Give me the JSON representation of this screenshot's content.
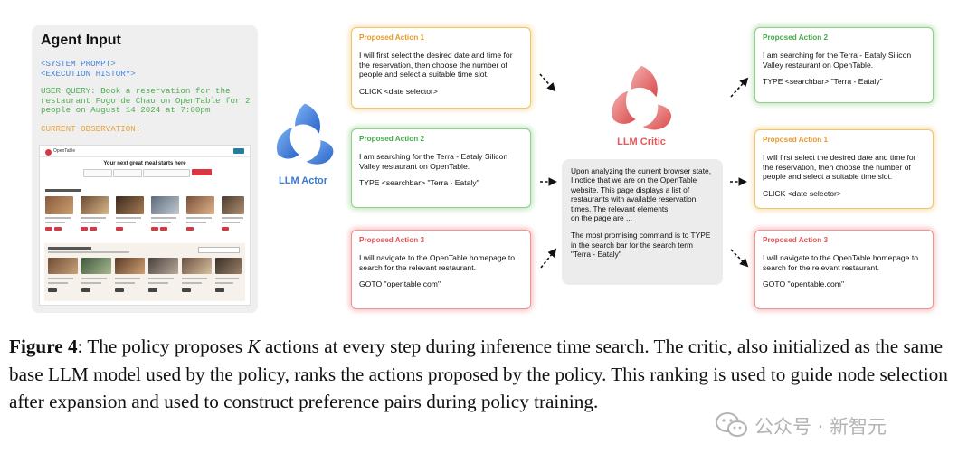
{
  "agent_input": {
    "title": "Agent Input",
    "system_prompt": "<SYSTEM PROMPT>",
    "execution_history": "<EXECUTION HISTORY>",
    "user_query": "USER QUERY: Book a reservation for the restaurant Fogo de Chao on OpenTable for 2 people on August 14 2024 at 7:00pm",
    "current_observation": "CURRENT OBSERVATION:",
    "screenshot": {
      "brand": "OpenTable",
      "headline": "Your next great meal starts here"
    }
  },
  "actor": {
    "label": "LLM Actor",
    "logo_color": "#3a7bd5"
  },
  "critic": {
    "label": "LLM Critic",
    "logo_color": "#e15a5a",
    "analysis": "Upon analyzing the current browser state, I notice that we are on the OpenTable website. This page displays a list of restaurants with available reservation times. The relevant elements\non the page are ...",
    "conclusion": "The most promising command is to TYPE\nin the search bar for the search term \"Terra - Eataly\""
  },
  "proposed_actions": [
    {
      "title": "Proposed Action 1",
      "text": "I will first select the desired date and time for the reservation, then choose the number of people and select a suitable time slot.",
      "command": "CLICK <date selector>",
      "color": "#f0c46a"
    },
    {
      "title": "Proposed Action 2",
      "text": "I am searching for the Terra - Eataly Silicon Valley restaurant on OpenTable.",
      "command": "TYPE <searchbar> \"Terra - Eataly\"",
      "color": "#8fcf8a"
    },
    {
      "title": "Proposed Action 3",
      "text": "I will navigate to the OpenTable homepage to search for the relevant restaurant.",
      "command": "GOTO \"opentable.com\"",
      "color": "#ef9393"
    }
  ],
  "ranked_actions": [
    {
      "title": "Proposed Action 2",
      "text": "I am searching for the Terra - Eataly Silicon Valley restaurant on OpenTable.",
      "command": "TYPE <searchbar> \"Terra - Eataly\""
    },
    {
      "title": "Proposed Action 1",
      "text": "I will first select the desired date and time for the reservation, then choose the number of people and select a suitable time slot.",
      "command": "CLICK <date selector>"
    },
    {
      "title": "Proposed Action 3",
      "text": "I will navigate to the OpenTable homepage to search for the relevant restaurant.",
      "command": "GOTO \"opentable.com\""
    }
  ],
  "caption": {
    "label": "Figure",
    "number": "4",
    "k": "K",
    "text_before_k": ": The policy proposes ",
    "text_after_k": " actions at every step during inference time search. The critic, also initialized as the same base LLM model used by the policy, ranks the actions proposed by the policy. This ranking is used to guide node selection after expansion and used to construct preference pairs during policy training."
  },
  "watermark": {
    "text": "公众号 · 新智元"
  }
}
